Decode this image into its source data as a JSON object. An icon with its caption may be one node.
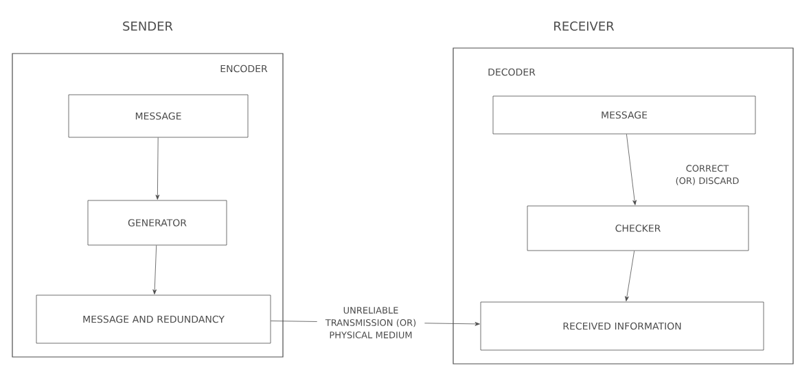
{
  "diagram": {
    "nodes": [
      {
        "text": [
          "SENDER",
          "ENCODER"
        ]
      },
      {
        "text": [
          "MESSAGE"
        ],
        "in": 0
      },
      {
        "text": [
          "GENERATOR"
        ],
        "in": 0
      },
      {
        "text": [
          "MESSAGE AND REDUNDANCY"
        ],
        "in": 0
      },
      {
        "text": [
          "RECEIVER",
          "DECODER"
        ]
      },
      {
        "text": [
          "MESSAGE"
        ],
        "in": 4
      },
      {
        "text": [
          "CHECKER"
        ],
        "in": 4
      },
      {
        "text": [
          "RECEIVED INFORMATION"
        ],
        "in": 4
      }
    ],
    "edges": [
      {
        "from": 1,
        "to": 2,
        "arrow": "to"
      },
      {
        "from": 2,
        "to": 3,
        "arrow": "to"
      },
      {
        "from": 3,
        "to": 7,
        "arrow": "to",
        "label": "UNRELIABLE TRANSMISSION (OR) PHYSICAL MEDIUM"
      },
      {
        "from": 5,
        "to": 6,
        "arrow": "to",
        "label": "CORRECT (OR) DISCARD"
      },
      {
        "from": 6,
        "to": 7,
        "arrow": "to"
      }
    ]
  }
}
